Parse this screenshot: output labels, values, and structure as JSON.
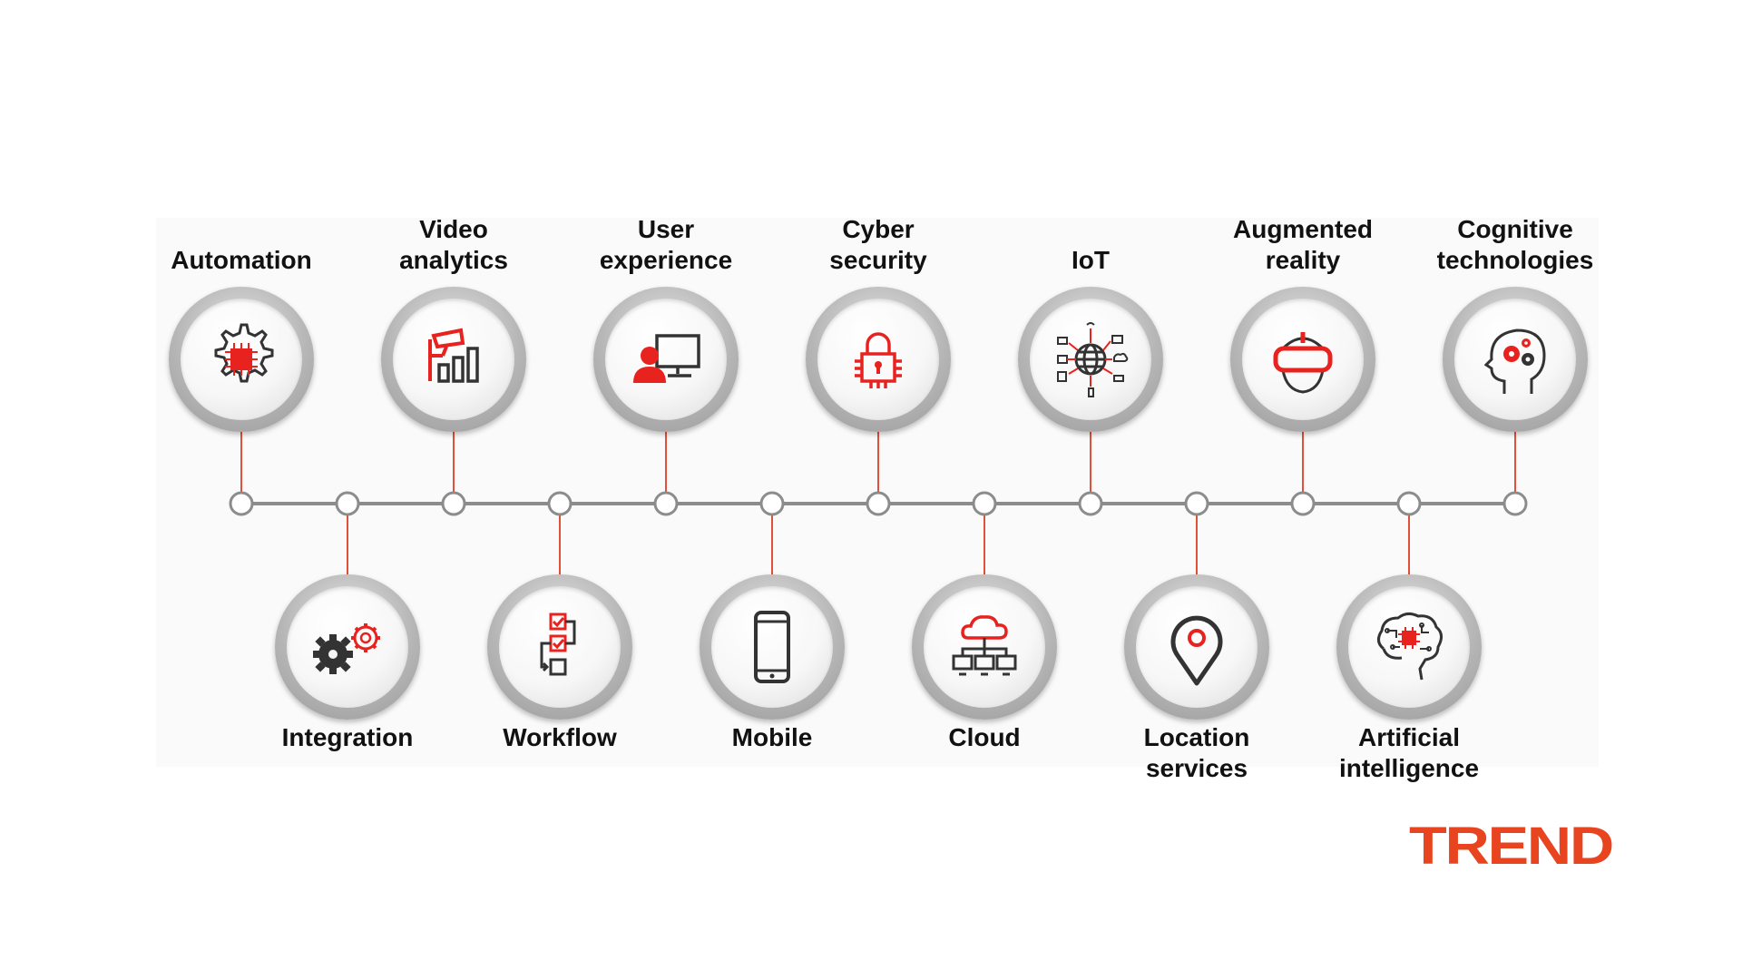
{
  "colors": {
    "accent": "#e8231f",
    "icon_dark": "#333333",
    "line": "#8c8c8c",
    "connector": "#e0503a",
    "logo": "#e8441f"
  },
  "top_nodes": [
    {
      "lines": [
        "",
        "Automation"
      ],
      "icon": "gear-chip-icon"
    },
    {
      "lines": [
        "Video",
        "analytics"
      ],
      "icon": "camera-bar-chart-icon"
    },
    {
      "lines": [
        "User",
        "experience"
      ],
      "icon": "user-monitor-icon"
    },
    {
      "lines": [
        "Cyber",
        "security"
      ],
      "icon": "padlock-chip-icon"
    },
    {
      "lines": [
        "",
        "IoT"
      ],
      "icon": "globe-network-icon"
    },
    {
      "lines": [
        "Augmented",
        "reality"
      ],
      "icon": "vr-headset-icon"
    },
    {
      "lines": [
        "Cognitive",
        "technologies"
      ],
      "icon": "head-gears-icon"
    }
  ],
  "bottom_nodes": [
    {
      "lines": [
        "Integration",
        ""
      ],
      "icon": "gears-icon"
    },
    {
      "lines": [
        "Workflow",
        ""
      ],
      "icon": "checklist-flow-icon"
    },
    {
      "lines": [
        "Mobile",
        ""
      ],
      "icon": "smartphone-icon"
    },
    {
      "lines": [
        "Cloud",
        ""
      ],
      "icon": "cloud-network-icon"
    },
    {
      "lines": [
        "Location",
        "services"
      ],
      "icon": "map-pin-icon"
    },
    {
      "lines": [
        "Artificial",
        "intelligence"
      ],
      "icon": "brain-chip-icon"
    }
  ],
  "logo": {
    "text": "TREND"
  }
}
